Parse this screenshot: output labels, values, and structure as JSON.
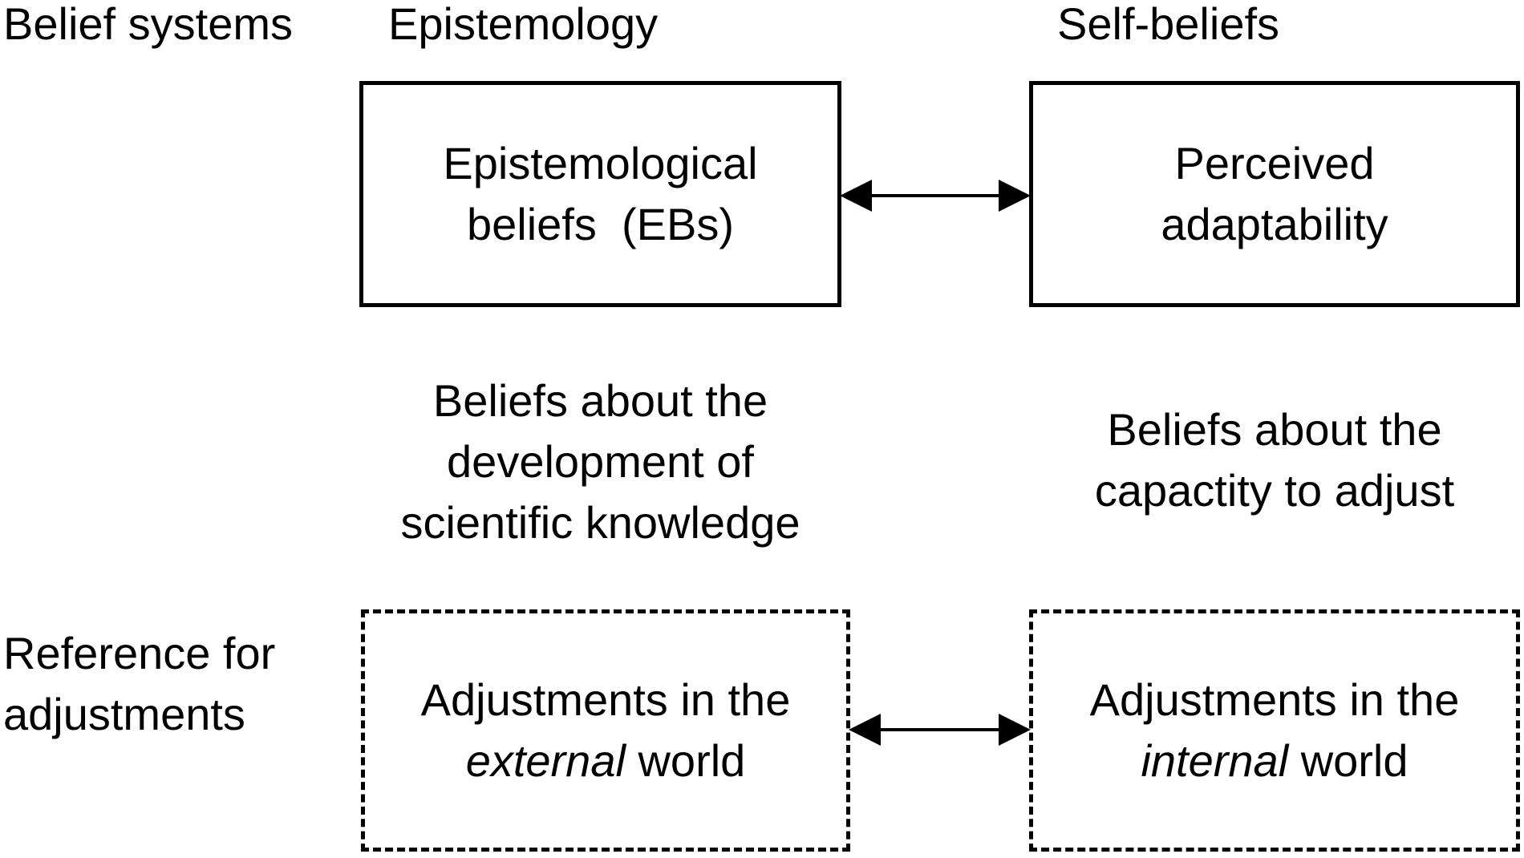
{
  "headers": {
    "row1": "Belief systems",
    "col1": "Epistemology",
    "col2": "Self-beliefs"
  },
  "row2_label": {
    "line1": "Reference for",
    "line2": "adjustments"
  },
  "solid_boxes": {
    "left": {
      "line1": "Epistemological",
      "line2": "beliefs  (EBs)"
    },
    "right": {
      "line1": "Perceived",
      "line2": "adaptability"
    }
  },
  "descriptions": {
    "left": {
      "line1": "Beliefs about the",
      "line2": "development of",
      "line3": "scientific knowledge"
    },
    "right": {
      "line1": "Beliefs about the",
      "line2": "capactity to adjust"
    }
  },
  "dashed_boxes": {
    "left": {
      "line1": "Adjustments in the",
      "line2_em": "external",
      "line2_rest": " world"
    },
    "right": {
      "line1": "Adjustments in the",
      "line2_em": "internal",
      "line2_rest": " world"
    }
  },
  "colors": {
    "stroke": "#000000",
    "background": "#ffffff"
  }
}
